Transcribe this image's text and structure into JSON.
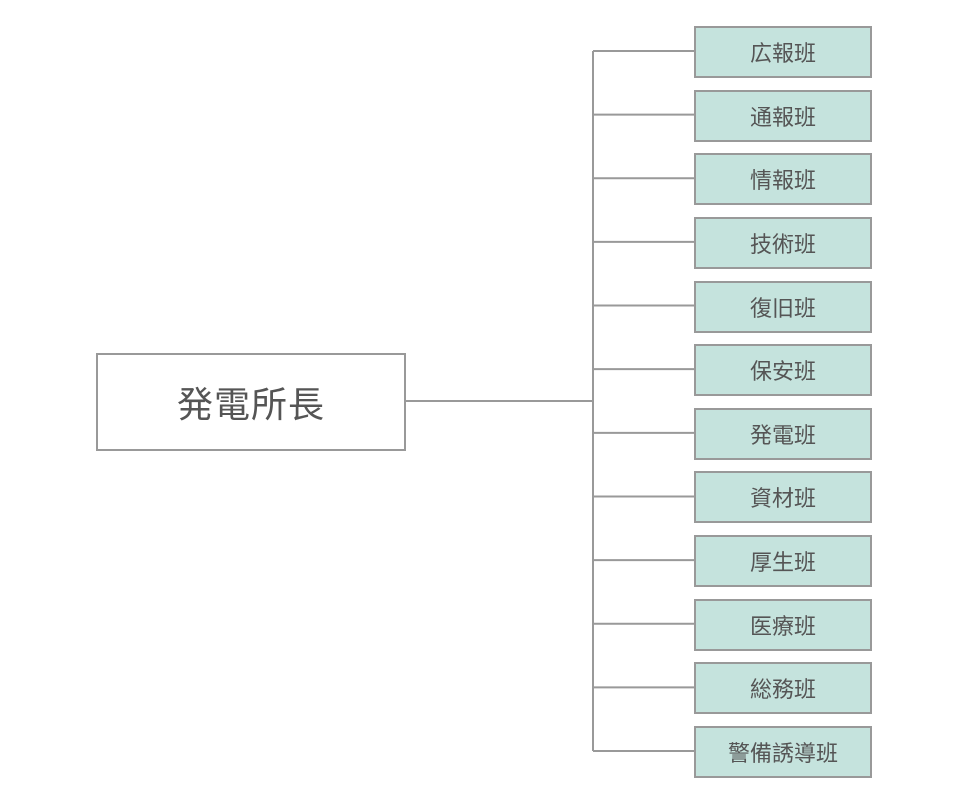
{
  "root": {
    "label": "発電所長"
  },
  "teams": [
    {
      "label": "広報班"
    },
    {
      "label": "通報班"
    },
    {
      "label": "情報班"
    },
    {
      "label": "技術班"
    },
    {
      "label": "復旧班"
    },
    {
      "label": "保安班"
    },
    {
      "label": "発電班"
    },
    {
      "label": "資材班"
    },
    {
      "label": "厚生班"
    },
    {
      "label": "医療班"
    },
    {
      "label": "総務班"
    },
    {
      "label": "警備誘導班"
    }
  ],
  "colors": {
    "box_fill": "#c5e3dd",
    "line": "#999999",
    "text": "#555555"
  }
}
